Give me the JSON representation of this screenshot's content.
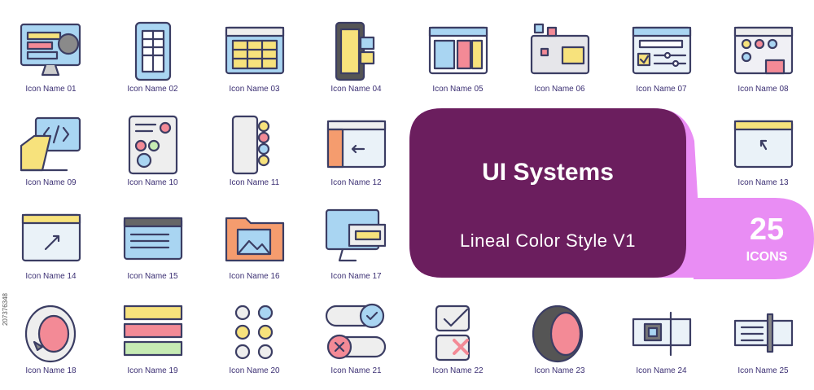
{
  "banner": {
    "title": "UI Systems",
    "subtitle": "Lineal Color Style V1",
    "count": "25",
    "count_label": "ICONS"
  },
  "stock_id": "207376348",
  "colors": {
    "banner_purple": "#6b1e5e",
    "banner_pink": "#e98df4",
    "outline": "#3b3d63",
    "icon_blue": "#a9d5f2",
    "icon_yellow": "#f7e27c",
    "icon_pink": "#f38a96",
    "icon_orange": "#f59c6e",
    "icon_green": "#c6ebb3",
    "label_text": "#3b2f73"
  },
  "icons": [
    {
      "label": "Icon Name 01",
      "glyph": "desktop-gear-icon"
    },
    {
      "label": "Icon Name 02",
      "glyph": "phone-wireframe-icon"
    },
    {
      "label": "Icon Name 03",
      "glyph": "browser-grid-icon"
    },
    {
      "label": "Icon Name 04",
      "glyph": "phone-widgets-icon"
    },
    {
      "label": "Icon Name 05",
      "glyph": "browser-layout-icon"
    },
    {
      "label": "Icon Name 06",
      "glyph": "window-tiles-icon"
    },
    {
      "label": "Icon Name 07",
      "glyph": "window-sliders-icon"
    },
    {
      "label": "Icon Name 08",
      "glyph": "window-apps-icon"
    },
    {
      "label": "Icon Name 09",
      "glyph": "laptop-code-icon"
    },
    {
      "label": "Icon Name 10",
      "glyph": "form-controls-icon"
    },
    {
      "label": "Icon Name 11",
      "glyph": "mobile-nav-icon"
    },
    {
      "label": "Icon Name 12",
      "glyph": "sidebar-window-icon"
    },
    {
      "label": "Icon Name 13",
      "glyph": "window-cursor-icon"
    },
    {
      "label": "Icon Name 14",
      "glyph": "window-resize-icon"
    },
    {
      "label": "Icon Name 15",
      "glyph": "window-dropdown-icon"
    },
    {
      "label": "Icon Name 16",
      "glyph": "folder-image-icon"
    },
    {
      "label": "Icon Name 17",
      "glyph": "monitor-slider-icon"
    },
    {
      "label": "Icon Name 18",
      "glyph": "dial-cursor-icon"
    },
    {
      "label": "Icon Name 19",
      "glyph": "stacked-bars-icon"
    },
    {
      "label": "Icon Name 20",
      "glyph": "nav-buttons-icon"
    },
    {
      "label": "Icon Name 21",
      "glyph": "toggle-check-icon"
    },
    {
      "label": "Icon Name 22",
      "glyph": "checkbox-list-icon"
    },
    {
      "label": "Icon Name 23",
      "glyph": "round-button-icon"
    },
    {
      "label": "Icon Name 24",
      "glyph": "chip-card-icon"
    },
    {
      "label": "Icon Name 25",
      "glyph": "slider-bar-icon"
    }
  ]
}
